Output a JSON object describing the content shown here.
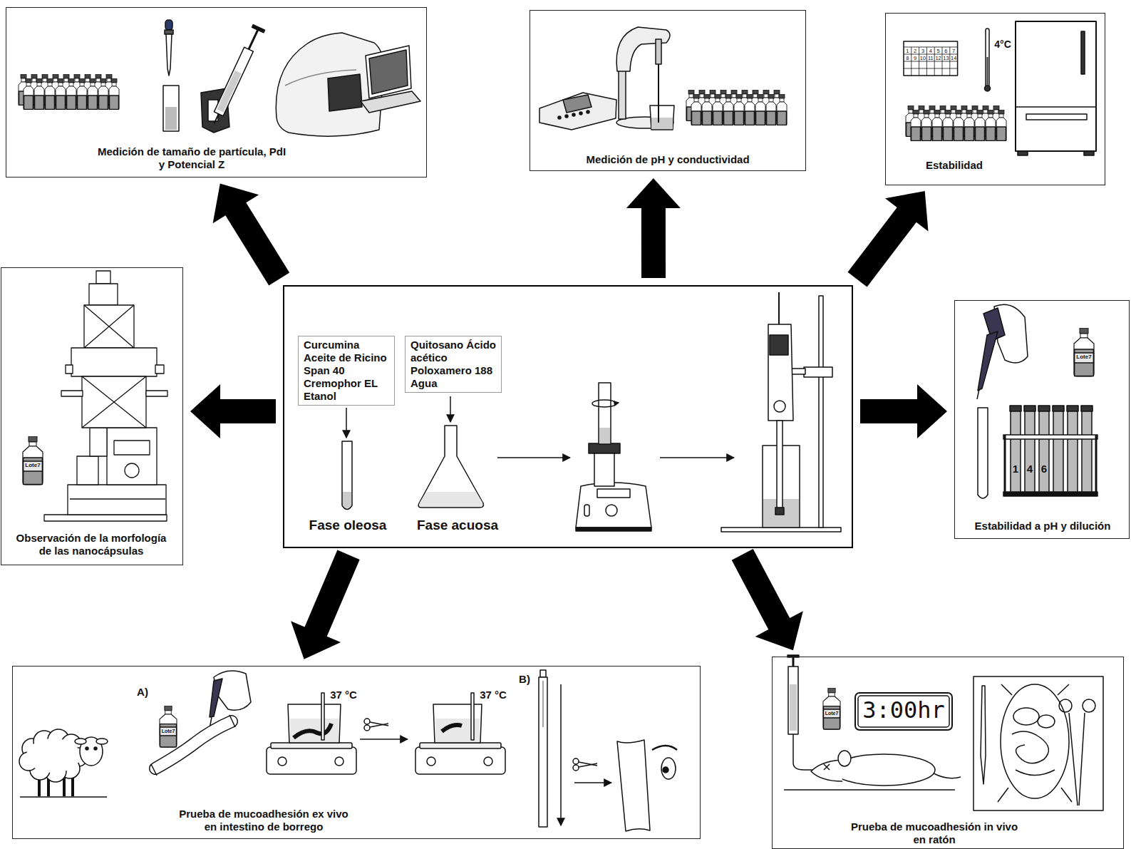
{
  "diagram": {
    "nodes": [
      {
        "text": [
          "Medición de tamaño de partícula, PdI y Potencial Z"
        ]
      },
      {
        "text": [
          "Medición de pH y conductividad"
        ]
      },
      {
        "text": [
          "Estabilidad"
        ]
      },
      {
        "text": [
          "Observación de la morfología de las nanocápsulas"
        ]
      },
      {
        "text": [
          "Fase oleosa",
          "Fase acuosa"
        ]
      },
      {
        "text": [
          "Curcumina Aceite de Ricino Span 40 Cremophor EL Etanol"
        ],
        "in": 4
      },
      {
        "text": [
          "Quitosano Ácido acético Poloxamero 188 Agua"
        ],
        "in": 4
      },
      {
        "text": [
          "Estabilidad a pH y dilución"
        ]
      },
      {
        "text": [
          "Prueba de mucoadhesión ex vivo en intestino de borrego"
        ]
      },
      {
        "text": [
          "Prueba de mucoadhesión in vivo en ratón"
        ]
      }
    ],
    "edges": [
      {
        "from": 4,
        "to": 0,
        "arrow": "to"
      },
      {
        "from": 4,
        "to": 1,
        "arrow": "to"
      },
      {
        "from": 4,
        "to": 2,
        "arrow": "to"
      },
      {
        "from": 4,
        "to": 3,
        "arrow": "to"
      },
      {
        "from": 4,
        "to": 7,
        "arrow": "to"
      },
      {
        "from": 4,
        "to": 8,
        "arrow": "to"
      },
      {
        "from": 4,
        "to": 9,
        "arrow": "to"
      }
    ],
    "labels": [
      "4°C",
      "1",
      "2",
      "3",
      "4",
      "5",
      "6",
      "7",
      "8",
      "9",
      "10",
      "11",
      "12",
      "13",
      "14",
      "Lote7",
      "Lote7",
      "1",
      "4",
      "6",
      "A)",
      "Lote7",
      "37 °C",
      "37 °C",
      "B)",
      "Lote7",
      "3:00hr"
    ]
  }
}
